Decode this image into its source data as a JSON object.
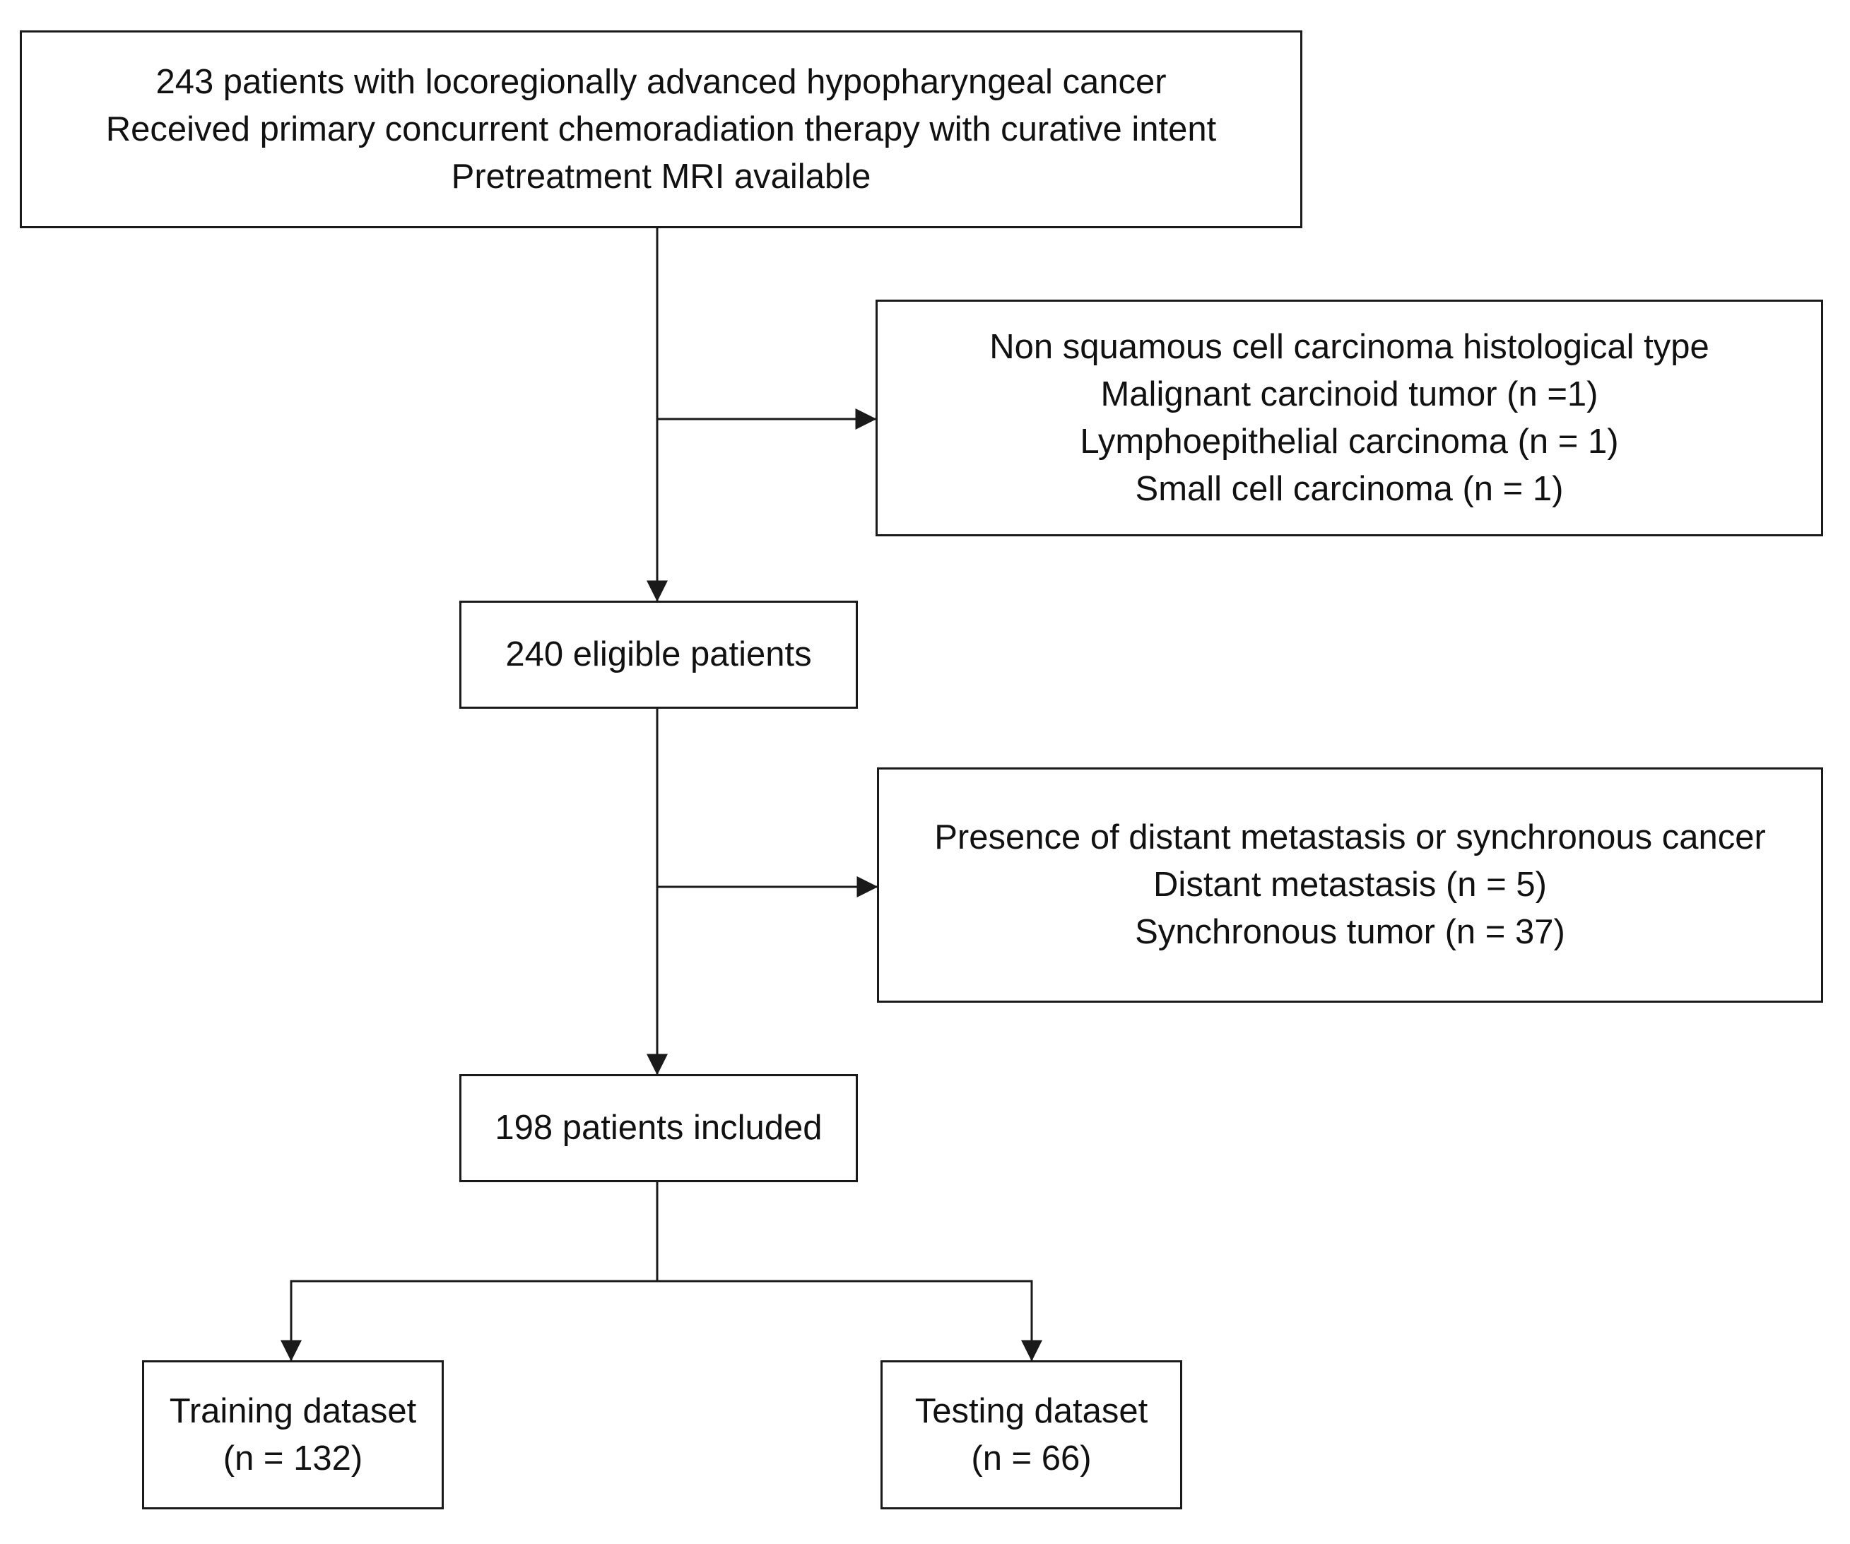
{
  "diagram": {
    "type": "flowchart",
    "boxes": {
      "initial": {
        "lines": [
          "243 patients with locoregionally advanced hypopharyngeal cancer",
          "Received primary concurrent chemoradiation therapy with curative intent",
          "Pretreatment MRI available"
        ]
      },
      "exclusion1": {
        "lines": [
          "Non squamous cell carcinoma histological type",
          "Malignant carcinoid tumor (n =1)",
          "Lymphoepithelial carcinoma (n = 1)",
          "Small cell carcinoma (n = 1)"
        ]
      },
      "eligible": {
        "lines": [
          "240 eligible patients"
        ]
      },
      "exclusion2": {
        "lines": [
          "Presence of distant metastasis or synchronous cancer",
          "Distant metastasis (n = 5)",
          "Synchronous tumor (n = 37)"
        ]
      },
      "included": {
        "lines": [
          "198 patients included"
        ]
      },
      "training": {
        "lines": [
          "Training dataset",
          "(n = 132)"
        ]
      },
      "testing": {
        "lines": [
          "Testing dataset",
          "(n = 66)"
        ]
      }
    },
    "colors": {
      "line": "#1a1a1a",
      "text": "#111111",
      "background": "#ffffff"
    }
  }
}
